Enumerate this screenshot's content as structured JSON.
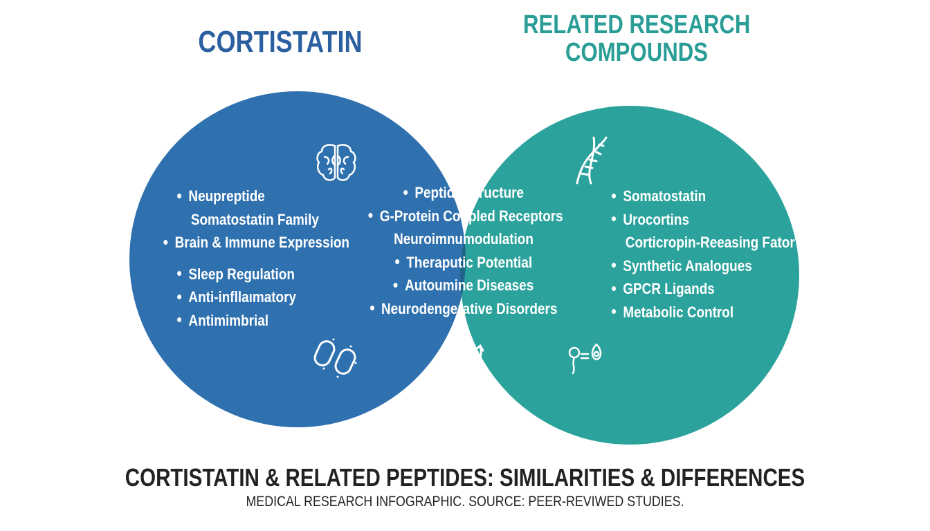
{
  "colors": {
    "left_circle": "#2f70ae",
    "right_circle": "#2ba29c",
    "overlap": "#1f5d88",
    "left_title": "#2a5fa0",
    "right_title": "#2a9d96"
  },
  "left": {
    "title": "CORTISTATIN",
    "items": [
      "Neupreptide",
      "Somatostatin Family",
      "Brain & Immune Expression",
      "Sleep Regulation",
      "Anti-infllaımatory",
      "Antimimbrial"
    ]
  },
  "right": {
    "title_line1": "RELATED RESEARCH",
    "title_line2": "COMPOUNDS",
    "items": [
      "Somatostatin",
      "Urocortins",
      "Corticropin-Reeasing Fator",
      "Synthetic Analogues",
      "GPCR Ligands",
      "Metabolic Control"
    ]
  },
  "overlap": {
    "items": [
      "Peptide Structure",
      "G-Protein Coupled Receptors",
      "Neuroimnumodulation",
      "Theraputic Potential",
      "Autoumine Diseases",
      "Neurodengerative Disorders"
    ]
  },
  "icons": [
    "brain-icon",
    "bacteria-icon",
    "dna-icon",
    "therapy-cycle-icon",
    "cell-signaling-icon"
  ],
  "footer": {
    "title": "CORTISTATIN & RELATED PEPTIDES: SIMILARITIES & DIFFERENCES",
    "subtitle": "MEDICAL RESEARCH INFOGRAPHIC. SOURCE: PEER-REVIWED STUDIES."
  }
}
